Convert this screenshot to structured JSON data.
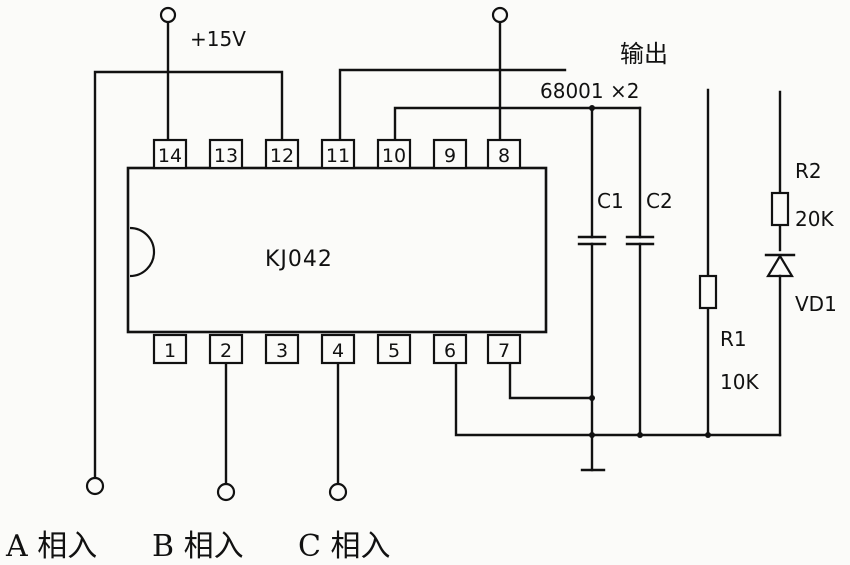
{
  "chip": {
    "name": "KJ042",
    "top_pins": [
      "14",
      "13",
      "12",
      "11",
      "10",
      "9",
      "8"
    ],
    "bottom_pins": [
      "1",
      "2",
      "3",
      "4",
      "5",
      "6",
      "7"
    ]
  },
  "labels": {
    "supply": "+15V",
    "output": "输出",
    "cap_spec": "68001 ×2",
    "c1": "C1",
    "c2": "C2",
    "r1": "R1",
    "r1_value": "10K",
    "r2": "R2",
    "r2_value": "20K",
    "vd1": "VD1"
  },
  "inputs": {
    "a": "A 相入",
    "b": "B 相入",
    "c": "C 相入"
  }
}
